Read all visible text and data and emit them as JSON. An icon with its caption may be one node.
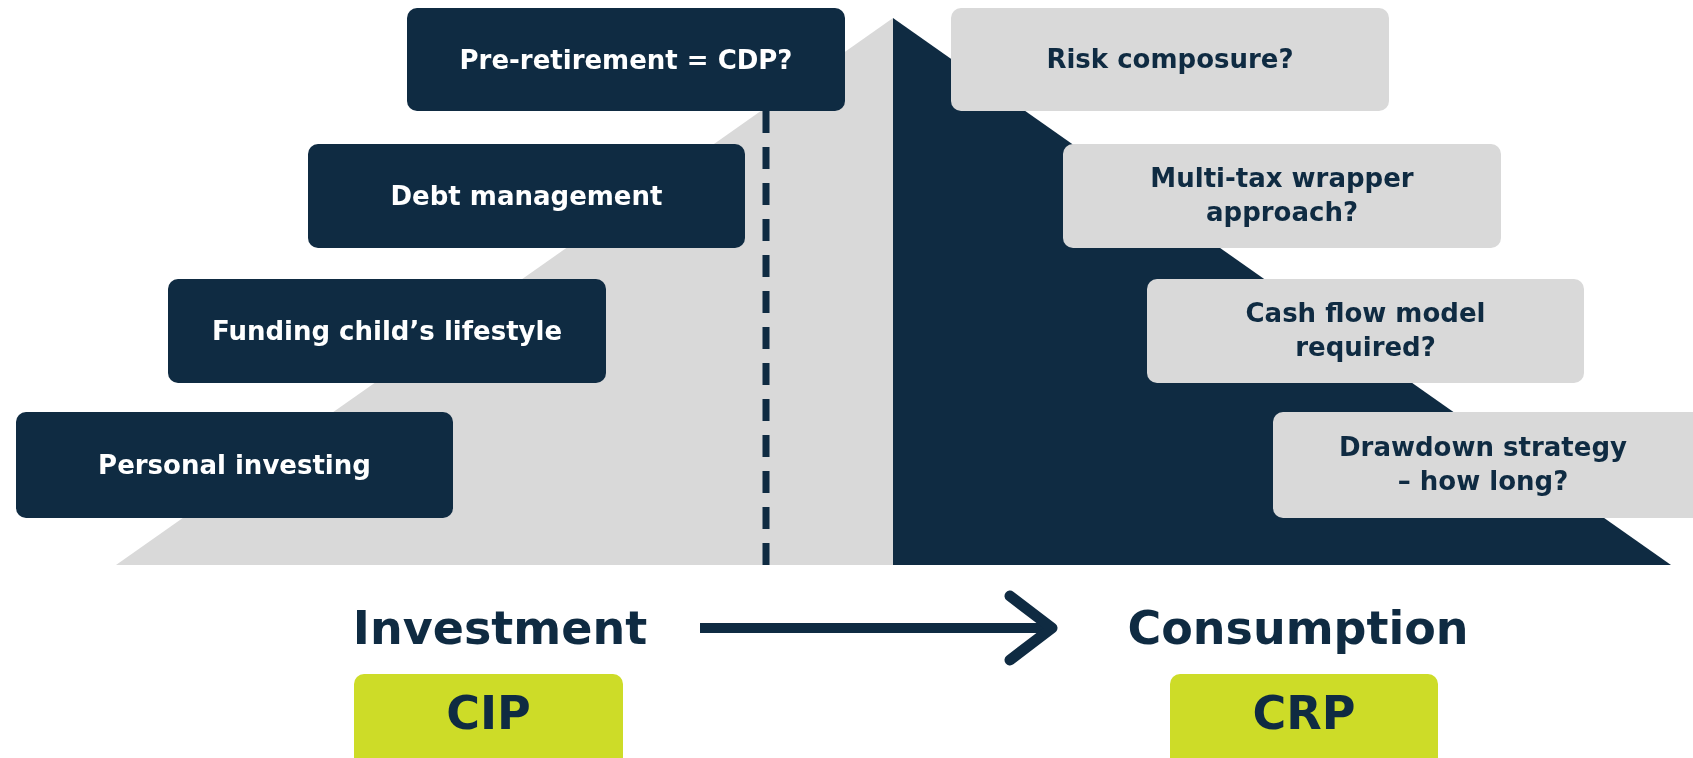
{
  "diagram": {
    "nodes": [
      {
        "text": [
          "Pre-retirement = CDP?"
        ]
      },
      {
        "text": [
          "Debt management"
        ]
      },
      {
        "text": [
          "Funding child’s lifestyle"
        ]
      },
      {
        "text": [
          "Personal investing"
        ]
      },
      {
        "text": [
          "Risk composure?"
        ]
      },
      {
        "text": [
          "Multi-tax wrapper approach?"
        ]
      },
      {
        "text": [
          "Cash flow model required?"
        ]
      },
      {
        "text": [
          "Drawdown strategy – how long?"
        ]
      },
      {
        "text": [
          "Investment"
        ]
      },
      {
        "text": [
          "Consumption"
        ]
      },
      {
        "text": [
          "CIP"
        ]
      },
      {
        "text": [
          "CRP"
        ]
      }
    ],
    "edges": [
      {
        "from": 8,
        "to": 9,
        "arrow": "to"
      }
    ]
  }
}
